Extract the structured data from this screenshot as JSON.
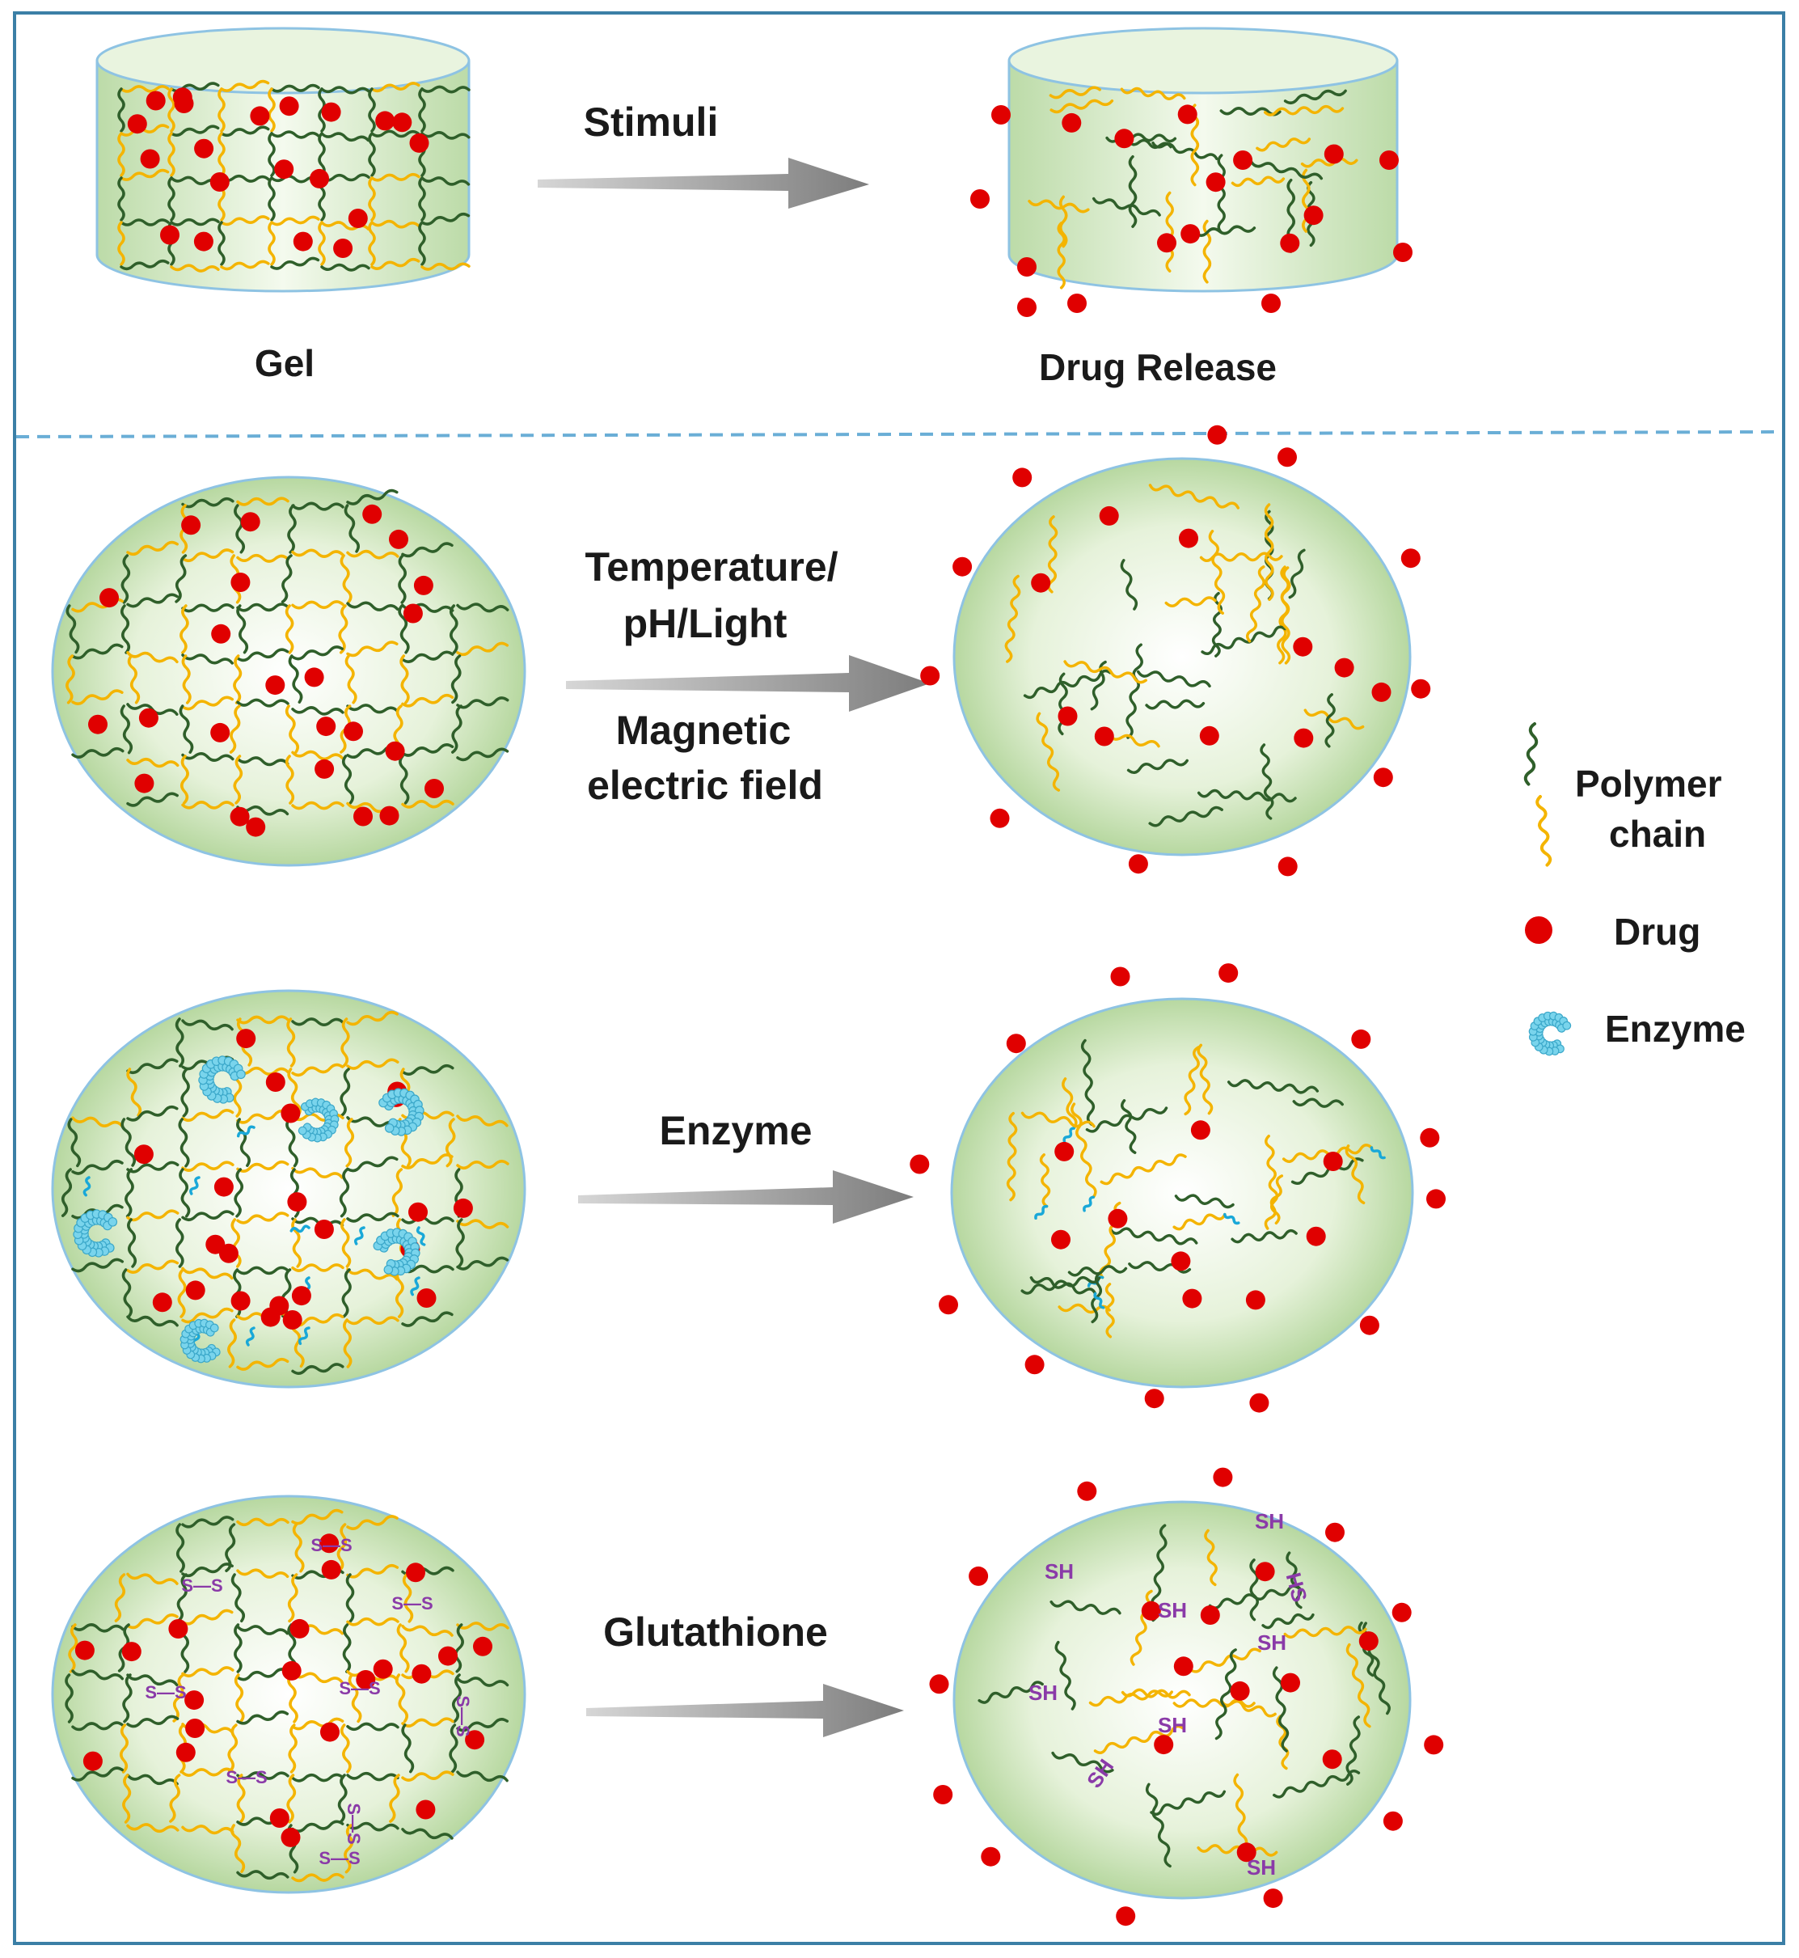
{
  "top": {
    "left_label": "Gel",
    "right_label": "Drug Release",
    "arrow_label": "Stimuli"
  },
  "rows": [
    {
      "arrow_lines": [
        "Temperature/",
        "pH/Light"
      ],
      "arrow_lines_below": [
        "Magnetic",
        "electric field"
      ]
    },
    {
      "arrow_lines": [
        "Enzyme"
      ],
      "arrow_lines_below": []
    },
    {
      "arrow_lines": [
        "Glutathione"
      ],
      "arrow_lines_below": []
    }
  ],
  "disulfide_label": "S—S",
  "thiol_label": "SH",
  "thiol_label_flipped": "HS",
  "legend": {
    "polymer_line1": "Polymer",
    "polymer_line2": "chain",
    "drug": "Drug",
    "enzyme": "Enzyme"
  },
  "colors": {
    "frame": "#3b7fa6",
    "divider": "#6aaed6",
    "gel_fill_center": "#ffffff",
    "gel_fill_edge": "#a9d08f",
    "chain_green": "#2f5f2a",
    "chain_yellow": "#f4b400",
    "chain_cyan": "#19a8d8",
    "drug_red": "#e00000",
    "enzyme": "#79d4ec",
    "arrow": "#8c8c8c",
    "linker_purple": "#8a3aa8"
  }
}
